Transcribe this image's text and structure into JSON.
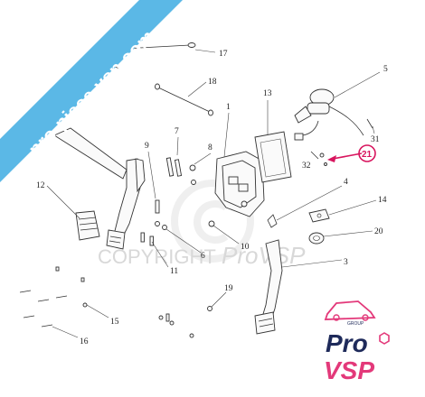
{
  "banner": {
    "text": "pro-piece-vsp.com",
    "color": "#5bb8e6"
  },
  "watermark": {
    "text": "COPYRIGHT",
    "brand": "ProVSP"
  },
  "logo": {
    "pro": "Pro",
    "vsp": "VSP",
    "group": "GROUP",
    "pink": "#e3397a",
    "navy": "#1e2a5a"
  },
  "highlight": {
    "label": "21",
    "color": "#d8155e"
  },
  "callouts": [
    "1",
    "3",
    "4",
    "5",
    "6",
    "7",
    "8",
    "9",
    "10",
    "11",
    "12",
    "13",
    "14",
    "15",
    "16",
    "17",
    "18",
    "19",
    "20",
    "31",
    "32"
  ]
}
